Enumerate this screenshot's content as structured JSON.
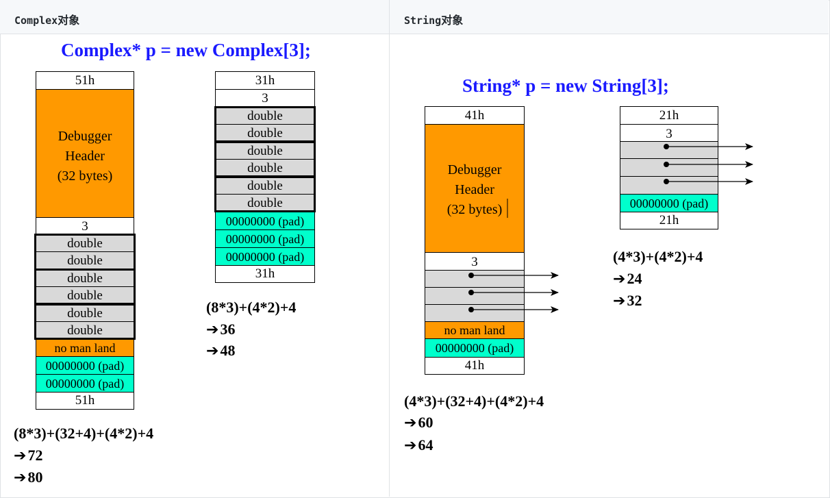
{
  "header": {
    "left": {
      "code": "Complex",
      "suffix": "对象"
    },
    "right": {
      "code": "String",
      "suffix": "对象"
    }
  },
  "complex": {
    "statement": "Complex* p = new Complex[3];",
    "debug_block": {
      "top": "51h",
      "header": [
        "Debugger",
        "Header",
        "(32 bytes)"
      ],
      "count": "3",
      "doubles": [
        "double",
        "double",
        "double",
        "double",
        "double",
        "double"
      ],
      "no_man_land": "no man land",
      "pads": [
        "00000000 (pad)",
        "00000000 (pad)"
      ],
      "bottom": "51h"
    },
    "release_block": {
      "top": "31h",
      "count": "3",
      "doubles": [
        "double",
        "double",
        "double",
        "double",
        "double",
        "double"
      ],
      "pads": [
        "00000000 (pad)",
        "00000000 (pad)",
        "00000000 (pad)"
      ],
      "bottom": "31h"
    },
    "debug_calc": {
      "formula": "(8*3)+(32+4)+(4*2)+4",
      "results": [
        "72",
        "80"
      ]
    },
    "release_calc": {
      "formula": "(8*3)+(4*2)+4",
      "results": [
        "36",
        "48"
      ]
    }
  },
  "string": {
    "statement": "String* p = new String[3];",
    "debug_block": {
      "top": "41h",
      "header": [
        "Debugger",
        "Header",
        "(32 bytes)"
      ],
      "count": "3",
      "pointer_count": 3,
      "no_man_land": "no man land",
      "pad": "00000000 (pad)",
      "bottom": "41h"
    },
    "release_block": {
      "top": "21h",
      "count": "3",
      "pointer_count": 3,
      "pad": "00000000 (pad)",
      "bottom": "21h"
    },
    "debug_calc": {
      "formula": "(4*3)+(32+4)+(4*2)+4",
      "results": [
        "60",
        "64"
      ]
    },
    "release_calc": {
      "formula": "(4*3)+(4*2)+4",
      "results": [
        "24",
        "32"
      ]
    }
  },
  "colors": {
    "statement": "#1a1aff",
    "header_fill": "#ff9900",
    "pad_fill": "#00ffcc",
    "double_fill": "#d9d9d9"
  },
  "icons": {
    "result_arrow": "right-arrow-icon"
  }
}
